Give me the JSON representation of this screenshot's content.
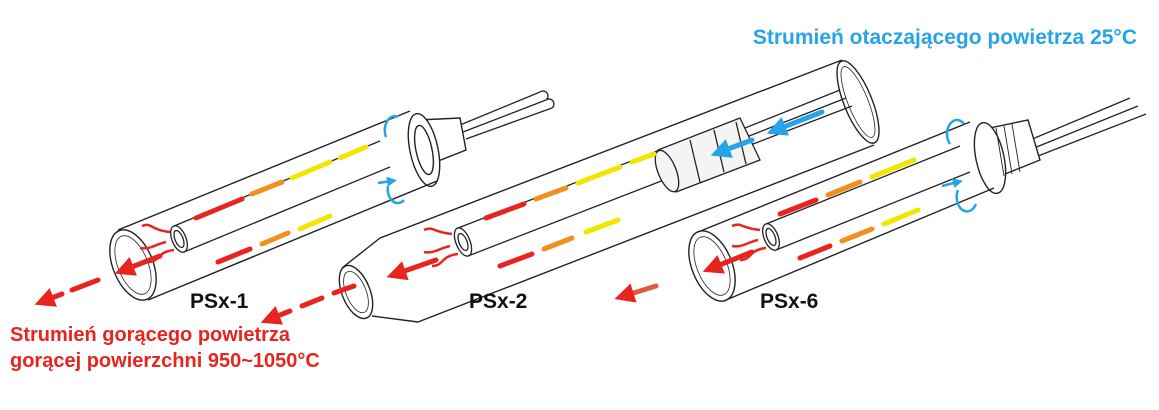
{
  "labels": {
    "cold_air": "Strumień otaczającego powietrza 25°C",
    "hot_air_line1": "Strumień gorącego powietrza",
    "hot_air_line2": "gorącej powierzchni 950~1050°C"
  },
  "models": [
    "PSx-1",
    "PSx-2",
    "PSx-6"
  ],
  "colors": {
    "cold": "#27a3e8",
    "hot": "#e8241f",
    "warm": "#f2901e",
    "mild": "#f2e600",
    "outline": "#222222"
  }
}
